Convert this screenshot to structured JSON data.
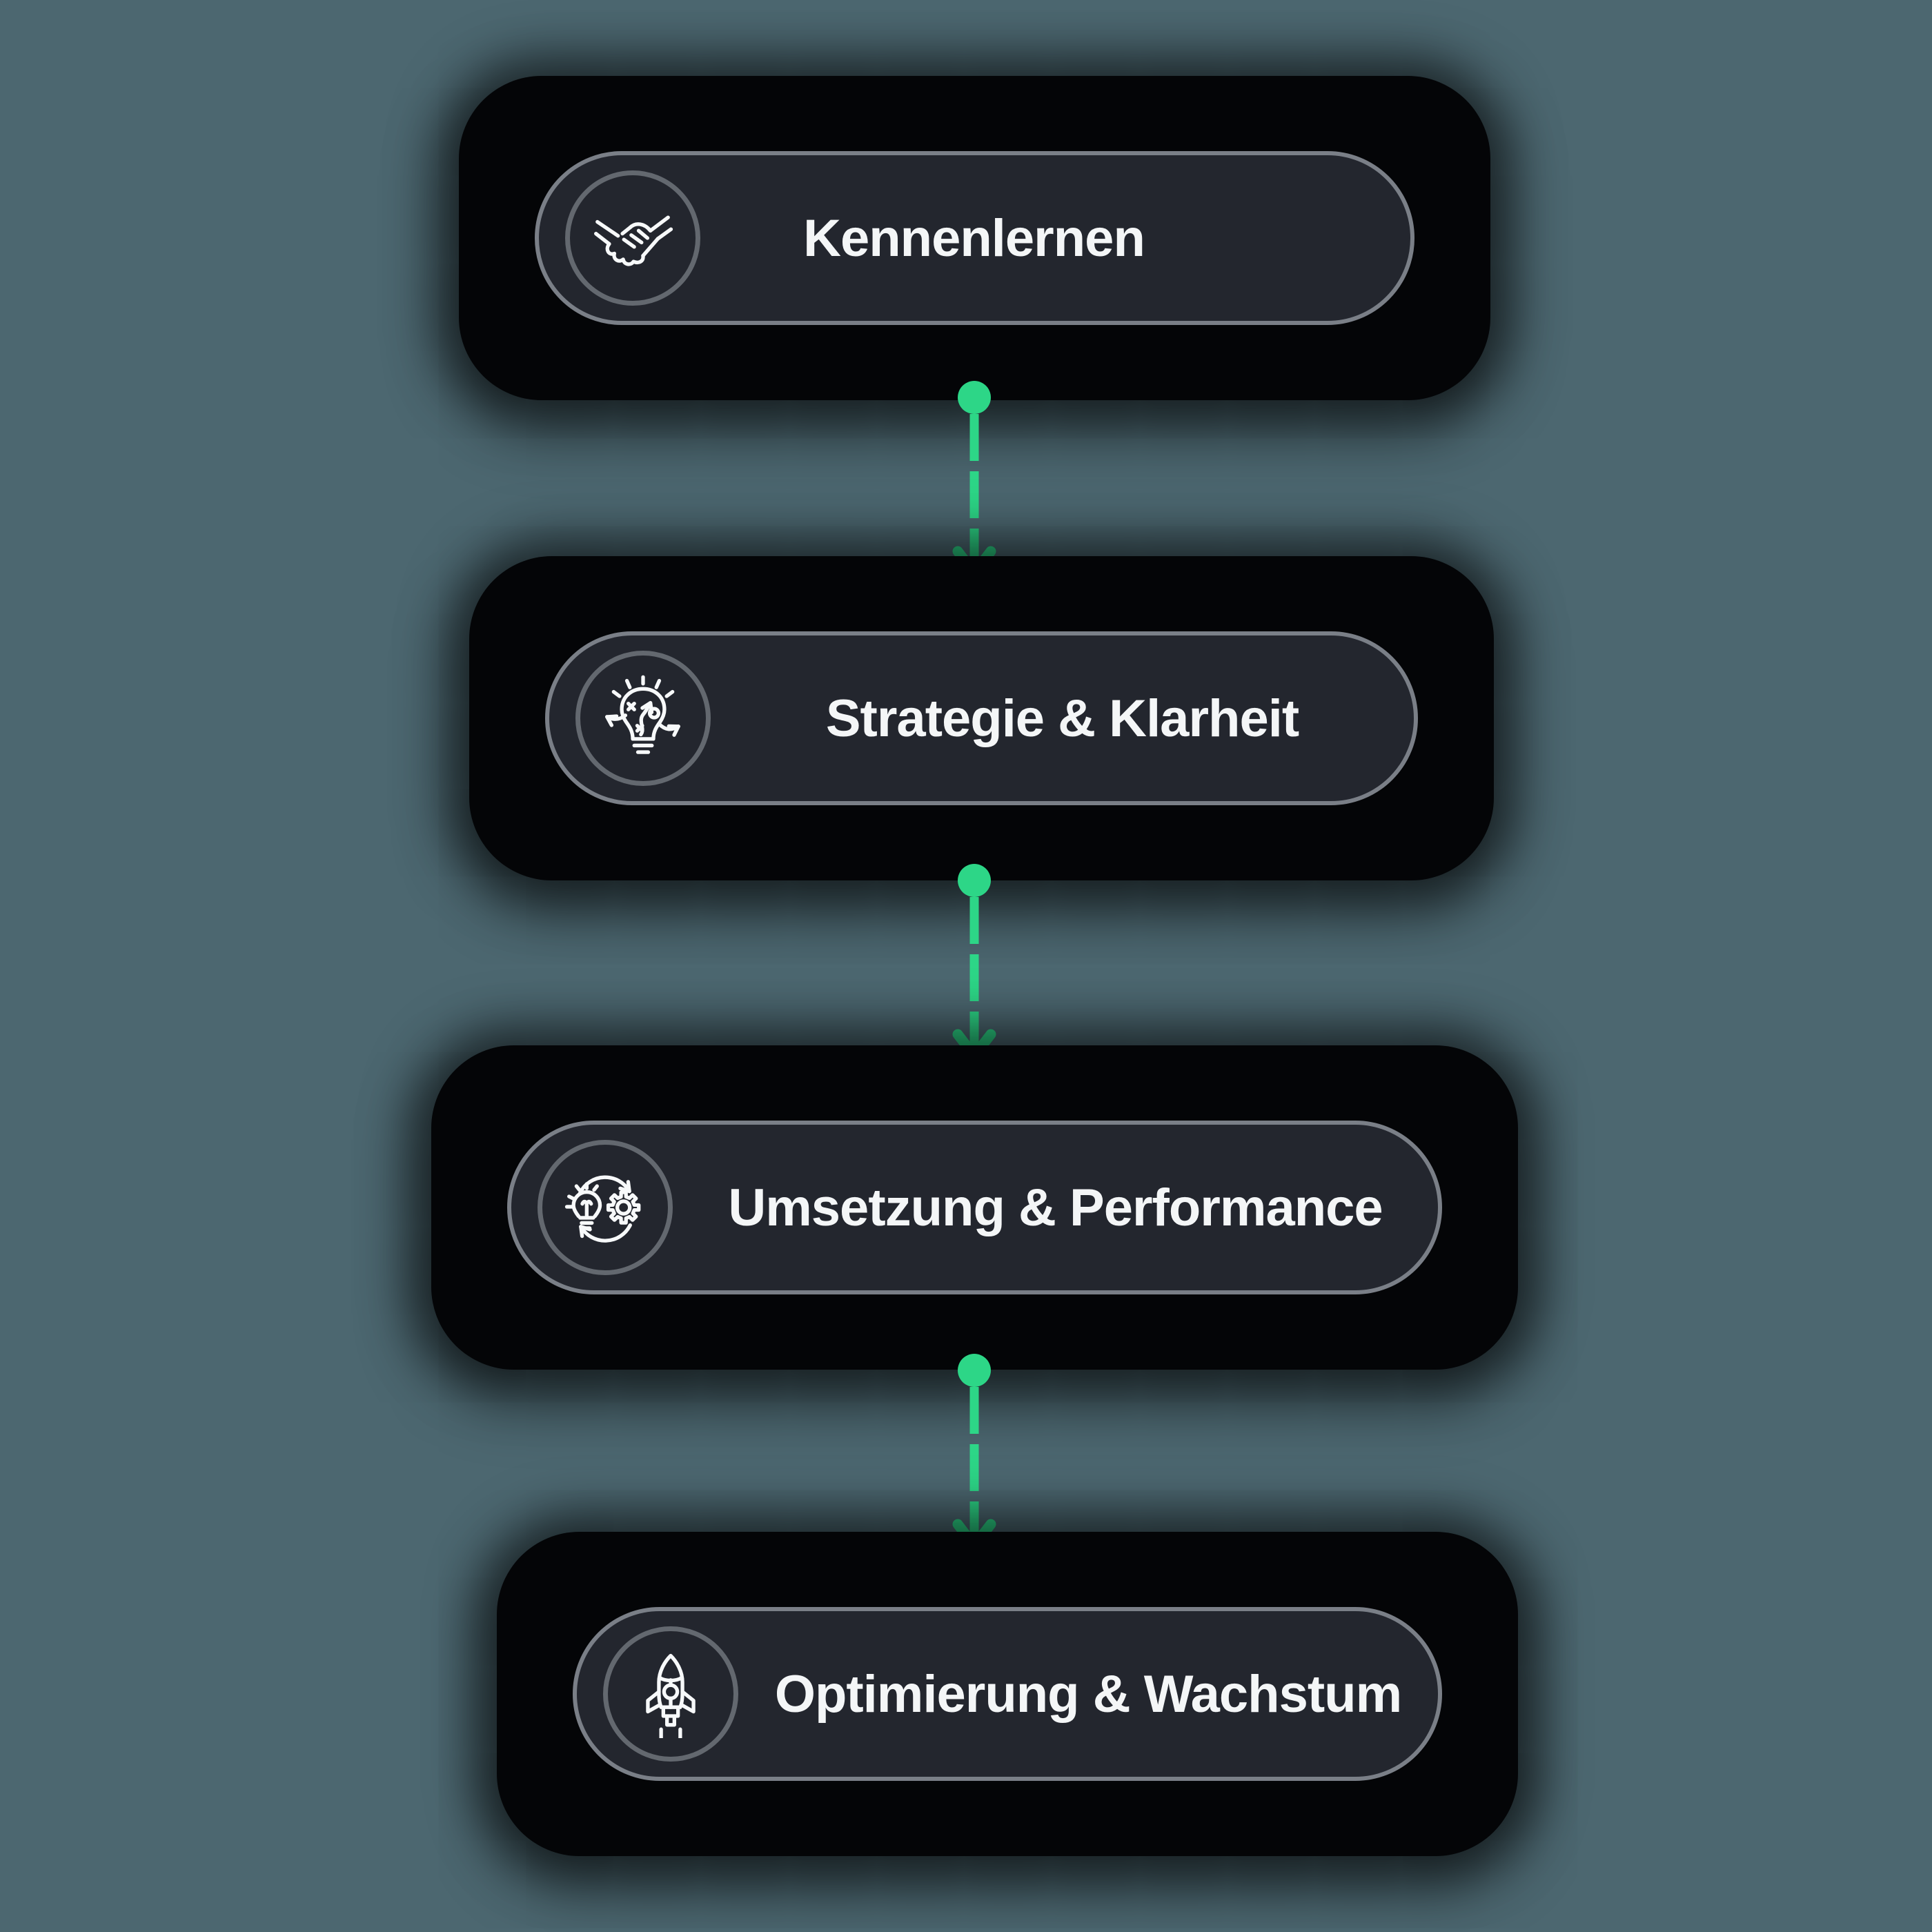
{
  "diagram": {
    "type": "process-flow",
    "flow_direction": "top-to-bottom",
    "colors": {
      "bg": "#4C6770",
      "accent": "#2DD687",
      "card_bg": "#040507",
      "pill_bg": "#23262E",
      "pill_border": "#7A7F87",
      "ring_border": "#63686F",
      "stroke": "#F7F9FA",
      "text": "#F4F6F7"
    },
    "steps": [
      {
        "label": "Kennenlernen",
        "icon": "handshake-icon"
      },
      {
        "label": "Strategie & Klarheit",
        "icon": "strategy-lightbulb-icon"
      },
      {
        "label": "Umsetzung & Performance",
        "icon": "idea-gear-cycle-icon"
      },
      {
        "label": "Optimierung & Wachstum",
        "icon": "rocket-icon"
      }
    ],
    "connectors": {
      "count": 3,
      "style": "dashed",
      "direction": "down",
      "color": "#2DD687"
    }
  }
}
